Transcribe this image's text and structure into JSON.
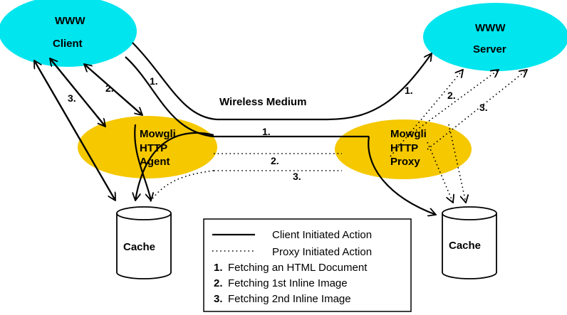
{
  "diagram": {
    "nodes": {
      "client": {
        "line1": "WWW",
        "line2": "Client"
      },
      "server": {
        "line1": "WWW",
        "line2": "Server"
      },
      "agent": {
        "line1": "Mowgli",
        "line2": "HTTP",
        "line3": "Agent"
      },
      "proxy": {
        "line1": "Mowgli",
        "line2": "HTTP",
        "line3": "Proxy"
      },
      "cache_left": {
        "label": "Cache"
      },
      "cache_right": {
        "label": "Cache"
      }
    },
    "medium": {
      "label": "Wireless Medium"
    },
    "step_labels": {
      "left_1": "1.",
      "left_2": "2.",
      "left_3": "3.",
      "mid_1": "1.",
      "mid_2": "2.",
      "mid_3": "3.",
      "right_1": "1.",
      "right_2": "2.",
      "right_3": "3."
    },
    "legend": {
      "solid_label": "Client Initiated Action",
      "dotted_label": "Proxy Initiated Action",
      "items": [
        {
          "num": "1.",
          "text": "Fetching an HTML Document"
        },
        {
          "num": "2.",
          "text": "Fetching 1st Inline Image"
        },
        {
          "num": "3.",
          "text": "Fetching 2nd Inline Image"
        }
      ]
    },
    "colors": {
      "www_nodes": "#00e5ee",
      "mowgli_nodes": "#f5c800",
      "lines": "#000000"
    }
  }
}
